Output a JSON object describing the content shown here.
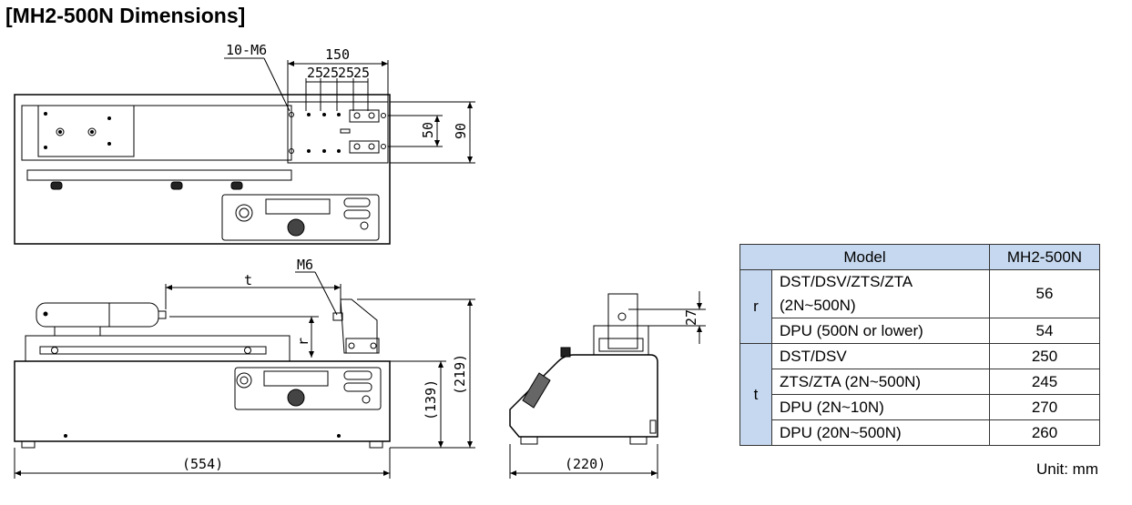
{
  "title": "[MH2-500N Dimensions]",
  "drawing_labels": {
    "top_view": {
      "holes": "10-M6",
      "width": "150",
      "pitch": [
        "25",
        "25",
        "25",
        "25"
      ],
      "inner_height": "50",
      "outer_height": "90"
    },
    "front_view": {
      "t": "t",
      "thread": "M6",
      "r": "r",
      "height_base": "(139)",
      "height_total": "(219)",
      "length": "(554)"
    },
    "side_view": {
      "offset": "27",
      "depth": "(220)"
    }
  },
  "table": {
    "header": {
      "model": "Model",
      "value": "MH2-500N"
    },
    "groups": [
      {
        "label": "r",
        "rows": [
          {
            "model": "DST/DSV/ZTS/ZTA",
            "model_line2": "(2N~500N)",
            "value": "56"
          },
          {
            "model": "DPU (500N or lower)",
            "value": "54"
          }
        ]
      },
      {
        "label": "t",
        "rows": [
          {
            "model": "DST/DSV",
            "value": "250"
          },
          {
            "model": "ZTS/ZTA (2N~500N)",
            "value": "245"
          },
          {
            "model": "DPU (2N~10N)",
            "value": "270"
          },
          {
            "model": "DPU (20N~500N)",
            "value": "260"
          }
        ]
      }
    ]
  },
  "unit": "Unit: mm"
}
